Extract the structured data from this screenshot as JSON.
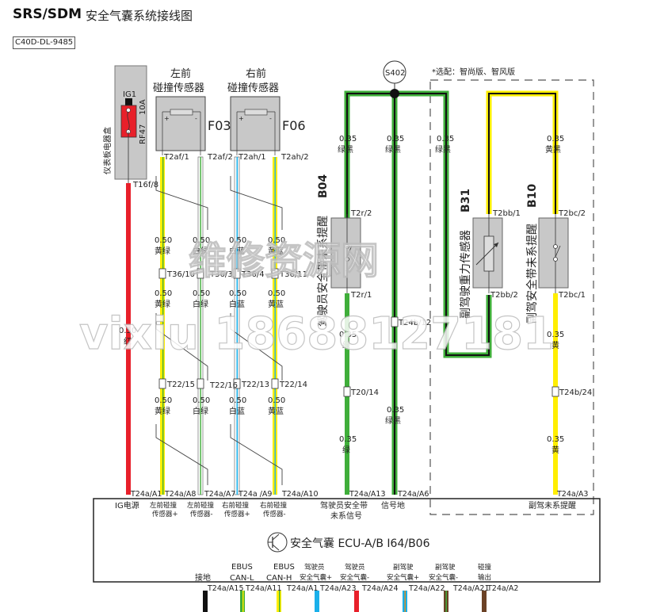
{
  "header": {
    "title_en": "SRS/SDM",
    "title_cn": "安全气囊系统接线图",
    "diagram_code": "C40D-DL-9485"
  },
  "watermark": {
    "line1": "维修资源网",
    "line2": "vixiu 18688127181"
  },
  "option_note": "*选配：智尚版、智风版",
  "splice": "S402",
  "fuse_box": {
    "name": "仪表板电器盒",
    "relay": "IG1",
    "fuse": "RF47",
    "rating": "10A",
    "pin": "T16f/8"
  },
  "sensors": [
    {
      "title_line1": "左前",
      "title_line2": "碰撞传感器",
      "code": "F03",
      "pin_plus": "T2af/1",
      "pin_minus": "T2af/2"
    },
    {
      "title_line1": "右前",
      "title_line2": "碰撞传感器",
      "code": "F06",
      "pin_plus": "T2ah/1",
      "pin_minus": "T2ah/2"
    }
  ],
  "components": [
    {
      "name": "驾驶员安全带未系提醒",
      "code": "B04",
      "pin_top": "T2r/2",
      "pin_bottom": "T2r/1"
    },
    {
      "name": "副驾驶重力传感器",
      "code": "B31",
      "pin_top": "T2bb/1",
      "pin_bottom": "T2bb/2"
    },
    {
      "name": "副驾安全带未系提醒",
      "code": "B10",
      "pin_top": "T2bc/2",
      "pin_bottom": "T2bc/1"
    }
  ],
  "wire_labels": [
    {
      "gauge": "0.50",
      "color": "红"
    },
    {
      "gauge": "0.50",
      "color": "黄绿"
    },
    {
      "gauge": "0.50",
      "color": "白绿"
    },
    {
      "gauge": "0.50",
      "color": "白蓝"
    },
    {
      "gauge": "0.50",
      "color": "黄蓝"
    },
    {
      "gauge": "0.35",
      "color": "绿黑"
    },
    {
      "gauge": "0.35",
      "color": "黄黑"
    },
    {
      "gauge": "0.35",
      "color": "绿"
    },
    {
      "gauge": "0.35",
      "color": "黄"
    }
  ],
  "connectors": {
    "t36": [
      "T36/10",
      "T36/3",
      "T36/4",
      "T36/11"
    ],
    "t22": [
      "T22/15",
      "T22/16",
      "T22/13",
      "T22/14"
    ],
    "t20": "T20/14",
    "t24b_12": "T24b/12",
    "t24b_24": "T24b/24"
  },
  "ecu": {
    "name": "安全气囊 ECU-A/B I64/B06",
    "top_pins": [
      {
        "pin": "T24a/A1",
        "label1": "IG电源",
        "label2": ""
      },
      {
        "pin": "T24a/A8",
        "label1": "左前碰撞",
        "label2": "传感器+"
      },
      {
        "pin": "T24a/A7",
        "label1": "左前碰撞",
        "label2": "传感器-"
      },
      {
        "pin": "T24a /A9",
        "label1": "右前碰撞",
        "label2": "传感器+"
      },
      {
        "pin": "T24a/A10",
        "label1": "右前碰撞",
        "label2": "传感器-"
      },
      {
        "pin": "T24a/A13",
        "label1": "驾驶员安全带",
        "label2": "未系信号"
      },
      {
        "pin": "T24a/A6",
        "label1": "信号地",
        "label2": ""
      },
      {
        "pin": "T24a/A3",
        "label1": "副驾未系提醒",
        "label2": ""
      }
    ],
    "bottom_pins": [
      {
        "pin": "T24a/A15",
        "label1": "",
        "label2": "接地"
      },
      {
        "pin": "T24a/A11",
        "label1": "EBUS",
        "label2": "CAN-L"
      },
      {
        "pin": "T24a/A1",
        "label1": "EBUS",
        "label2": "CAN-H"
      },
      {
        "pin": "T24a/A23",
        "label1": "驾驶员",
        "label2": "安全气囊+"
      },
      {
        "pin": "T24a/A24",
        "label1": "驾驶员",
        "label2": "安全气囊-"
      },
      {
        "pin": "T24a/A22",
        "label1": "副驾驶",
        "label2": "安全气囊+"
      },
      {
        "pin": "T24a/A21",
        "label1": "副驾驶",
        "label2": "安全气囊-"
      },
      {
        "pin": "T24a/A2",
        "label1": "碰撞",
        "label2": "输出"
      }
    ]
  },
  "colors": {
    "red": "#e8202a",
    "yellow": "#ffee00",
    "green": "#3fae3a",
    "blue": "#1ab0ea",
    "brown": "#6b4226",
    "black": "#111111",
    "gray_box": "#cccccc"
  }
}
